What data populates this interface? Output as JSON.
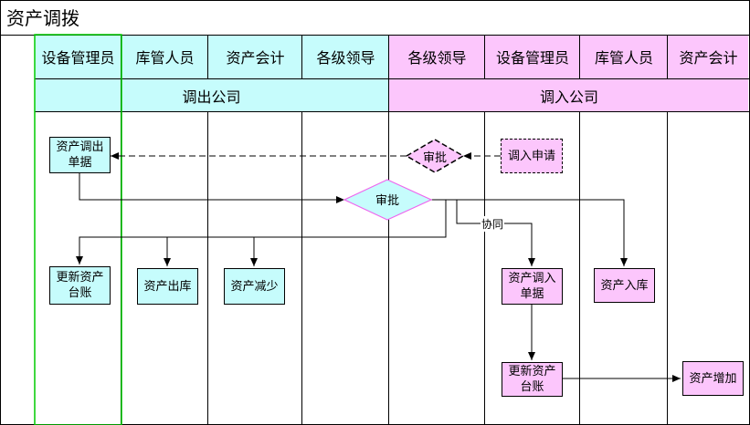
{
  "title": "资产调拨",
  "lanes": {
    "out_roles": [
      "设备管理员",
      "库管人员",
      "资产会计",
      "各级领导"
    ],
    "in_roles": [
      "各级领导",
      "设备管理员",
      "库管人员",
      "资产会计"
    ],
    "out_company": "调出公司",
    "in_company": "调入公司"
  },
  "nodes": {
    "out_doc": "资产调出单据",
    "update_ledger_out": "更新资产台账",
    "stock_out": "资产出库",
    "asset_decrease": "资产减少",
    "approve_main": "审批",
    "approve_in": "审批",
    "transfer_request": "调入申请",
    "in_doc": "资产调入单据",
    "stock_in": "资产入库",
    "update_ledger_in": "更新资产台账",
    "asset_increase": "资产增加"
  },
  "edge_labels": {
    "cooperate": "协同"
  },
  "colors": {
    "out_fill": "#c6fcfc",
    "in_fill": "#fcc6fc",
    "highlight_line": "#00cc00"
  }
}
